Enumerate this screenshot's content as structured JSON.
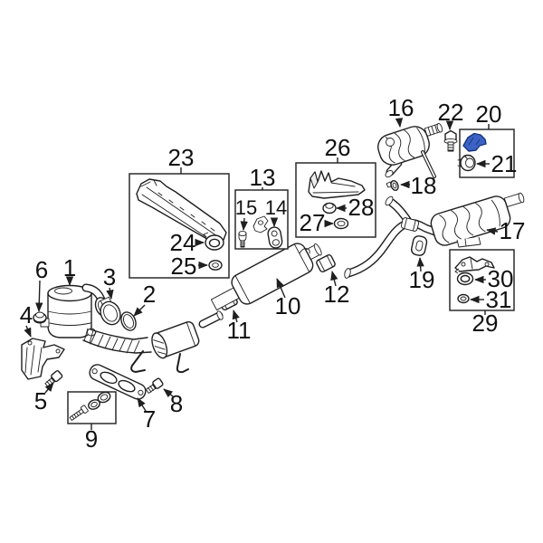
{
  "diagram": {
    "colors": {
      "highlight_fill": "#3b62c4",
      "highlight_stroke": "#17357e",
      "line": "#1f1f1f",
      "background": "#ffffff"
    },
    "highlighted_callout": "20",
    "callouts": {
      "c1": "1",
      "c2": "2",
      "c3": "3",
      "c4": "4",
      "c5": "5",
      "c6": "6",
      "c7": "7",
      "c8": "8",
      "c9": "9",
      "c10": "10",
      "c11": "11",
      "c12": "12",
      "c13": "13",
      "c14": "14",
      "c15": "15",
      "c16": "16",
      "c17": "17",
      "c18": "18",
      "c19": "19",
      "c20": "20",
      "c21": "21",
      "c22": "22",
      "c23": "23",
      "c24": "24",
      "c25": "25",
      "c26": "26",
      "c27": "27",
      "c28": "28",
      "c29": "29",
      "c30": "30",
      "c31": "31"
    }
  }
}
